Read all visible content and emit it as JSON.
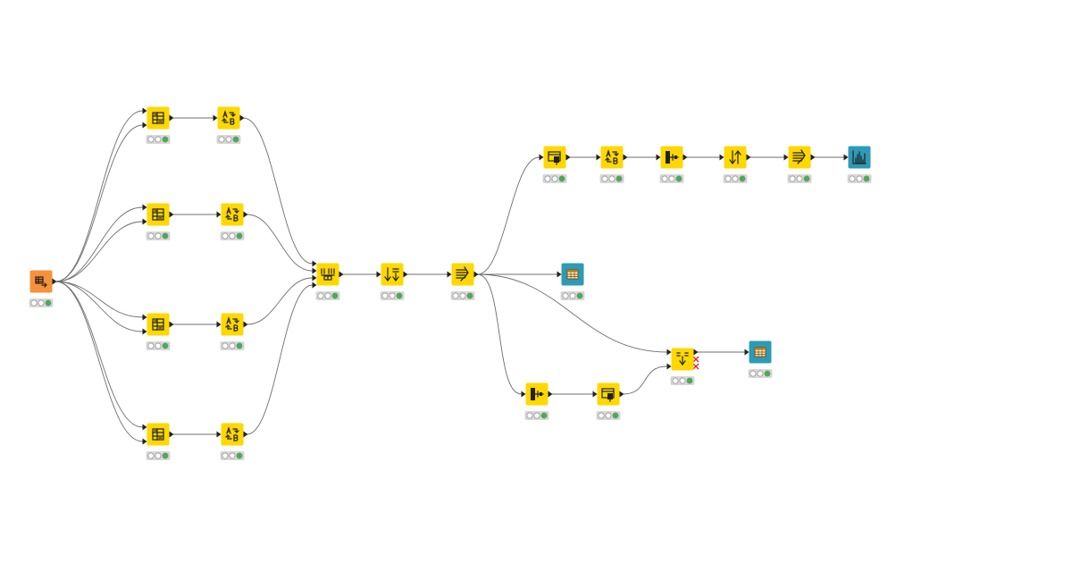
{
  "colors": {
    "source": "#f7923a",
    "manipulator": "#ffd800",
    "sink": "#2d9bb5",
    "status_off": "#ffffff",
    "status_executed": "#3bb54a",
    "edge": "#6f6f6f",
    "error": "#e02020"
  },
  "nodes": [
    {
      "id": "n-source",
      "kind": "source",
      "icon": "table-reader-icon",
      "status": [
        "off",
        "off",
        "executed"
      ],
      "ports_in": 0,
      "ports_out": 1
    },
    {
      "id": "n-split-a1",
      "kind": "manipulator",
      "icon": "grid-split-icon",
      "status": [
        "off",
        "off",
        "executed"
      ],
      "ports_in": 2,
      "ports_out": 1
    },
    {
      "id": "n-rename-a2",
      "kind": "manipulator",
      "icon": "rename-ab-icon",
      "status": [
        "off",
        "off",
        "executed"
      ],
      "ports_in": 1,
      "ports_out": 1
    },
    {
      "id": "n-split-b1",
      "kind": "manipulator",
      "icon": "grid-split-icon",
      "status": [
        "off",
        "off",
        "executed"
      ],
      "ports_in": 2,
      "ports_out": 1
    },
    {
      "id": "n-rename-b2",
      "kind": "manipulator",
      "icon": "rename-ab-icon",
      "status": [
        "off",
        "off",
        "executed"
      ],
      "ports_in": 1,
      "ports_out": 1
    },
    {
      "id": "n-split-c1",
      "kind": "manipulator",
      "icon": "grid-split-icon",
      "status": [
        "off",
        "off",
        "executed"
      ],
      "ports_in": 2,
      "ports_out": 1
    },
    {
      "id": "n-rename-c2",
      "kind": "manipulator",
      "icon": "rename-ab-icon",
      "status": [
        "off",
        "off",
        "executed"
      ],
      "ports_in": 1,
      "ports_out": 1
    },
    {
      "id": "n-split-d1",
      "kind": "manipulator",
      "icon": "grid-split-icon",
      "status": [
        "off",
        "off",
        "executed"
      ],
      "ports_in": 2,
      "ports_out": 1
    },
    {
      "id": "n-rename-d2",
      "kind": "manipulator",
      "icon": "rename-ab-icon",
      "status": [
        "off",
        "off",
        "executed"
      ],
      "ports_in": 1,
      "ports_out": 1
    },
    {
      "id": "n-concat",
      "kind": "manipulator",
      "icon": "concatenate-icon",
      "status": [
        "off",
        "off",
        "executed"
      ],
      "ports_in": 4,
      "ports_out": 1
    },
    {
      "id": "n-sort",
      "kind": "manipulator",
      "icon": "sorter-icon",
      "status": [
        "off",
        "off",
        "executed"
      ],
      "ports_in": 1,
      "ports_out": 1
    },
    {
      "id": "n-filter",
      "kind": "manipulator",
      "icon": "row-filter-icon",
      "status": [
        "off",
        "off",
        "executed"
      ],
      "ports_in": 1,
      "ports_out": 1
    },
    {
      "id": "n-top-1",
      "kind": "manipulator",
      "icon": "column-filter-icon",
      "status": [
        "off",
        "off",
        "executed"
      ],
      "ports_in": 1,
      "ports_out": 1
    },
    {
      "id": "n-top-2",
      "kind": "manipulator",
      "icon": "rename-ab-icon",
      "status": [
        "off",
        "off",
        "executed"
      ],
      "ports_in": 1,
      "ports_out": 1
    },
    {
      "id": "n-top-3",
      "kind": "manipulator",
      "icon": "group-by-icon",
      "status": [
        "off",
        "off",
        "executed"
      ],
      "ports_in": 1,
      "ports_out": 1
    },
    {
      "id": "n-top-4",
      "kind": "manipulator",
      "icon": "sort-updown-icon",
      "status": [
        "off",
        "off",
        "executed"
      ],
      "ports_in": 1,
      "ports_out": 1
    },
    {
      "id": "n-top-5",
      "kind": "manipulator",
      "icon": "row-filter-icon",
      "status": [
        "off",
        "off",
        "executed"
      ],
      "ports_in": 1,
      "ports_out": 1
    },
    {
      "id": "n-top-chart",
      "kind": "sink",
      "icon": "bar-chart-icon",
      "status": [
        "off",
        "off",
        "executed"
      ],
      "ports_in": 1,
      "ports_out": 0
    },
    {
      "id": "n-mid-table",
      "kind": "sink",
      "icon": "table-view-icon",
      "status": [
        "off",
        "off",
        "executed"
      ],
      "ports_in": 1,
      "ports_out": 0
    },
    {
      "id": "n-bot-1",
      "kind": "manipulator",
      "icon": "group-by-icon",
      "status": [
        "off",
        "off",
        "executed"
      ],
      "ports_in": 1,
      "ports_out": 1
    },
    {
      "id": "n-bot-2",
      "kind": "manipulator",
      "icon": "column-filter-icon",
      "status": [
        "off",
        "off",
        "executed"
      ],
      "ports_in": 1,
      "ports_out": 1
    },
    {
      "id": "n-join",
      "kind": "manipulator",
      "icon": "joiner-icon",
      "status": [
        "off",
        "off",
        "executed"
      ],
      "ports_in": 2,
      "ports_out": 3,
      "inactive_ports": 2
    },
    {
      "id": "n-join-table",
      "kind": "sink",
      "icon": "table-view-icon",
      "status": [
        "off",
        "off",
        "executed"
      ],
      "ports_in": 1,
      "ports_out": 0
    }
  ],
  "edges": [
    [
      "n-source",
      "n-split-a1",
      0
    ],
    [
      "n-source",
      "n-split-a1",
      1
    ],
    [
      "n-source",
      "n-split-b1",
      0
    ],
    [
      "n-source",
      "n-split-b1",
      1
    ],
    [
      "n-source",
      "n-split-c1",
      0
    ],
    [
      "n-source",
      "n-split-c1",
      1
    ],
    [
      "n-source",
      "n-split-d1",
      0
    ],
    [
      "n-source",
      "n-split-d1",
      1
    ],
    [
      "n-split-a1",
      "n-rename-a2",
      0
    ],
    [
      "n-split-b1",
      "n-rename-b2",
      0
    ],
    [
      "n-split-c1",
      "n-rename-c2",
      0
    ],
    [
      "n-split-d1",
      "n-rename-d2",
      0
    ],
    [
      "n-rename-a2",
      "n-concat",
      0
    ],
    [
      "n-rename-b2",
      "n-concat",
      1
    ],
    [
      "n-rename-c2",
      "n-concat",
      2
    ],
    [
      "n-rename-d2",
      "n-concat",
      3
    ],
    [
      "n-concat",
      "n-sort",
      0
    ],
    [
      "n-sort",
      "n-filter",
      0
    ],
    [
      "n-filter",
      "n-top-1",
      0
    ],
    [
      "n-top-1",
      "n-top-2",
      0
    ],
    [
      "n-top-2",
      "n-top-3",
      0
    ],
    [
      "n-top-3",
      "n-top-4",
      0
    ],
    [
      "n-top-4",
      "n-top-5",
      0
    ],
    [
      "n-top-5",
      "n-top-chart",
      0
    ],
    [
      "n-filter",
      "n-mid-table",
      0
    ],
    [
      "n-filter",
      "n-join",
      0
    ],
    [
      "n-filter",
      "n-bot-1",
      0
    ],
    [
      "n-bot-1",
      "n-bot-2",
      0
    ],
    [
      "n-bot-2",
      "n-join",
      1
    ],
    [
      "n-join",
      "n-join-table",
      0
    ]
  ]
}
